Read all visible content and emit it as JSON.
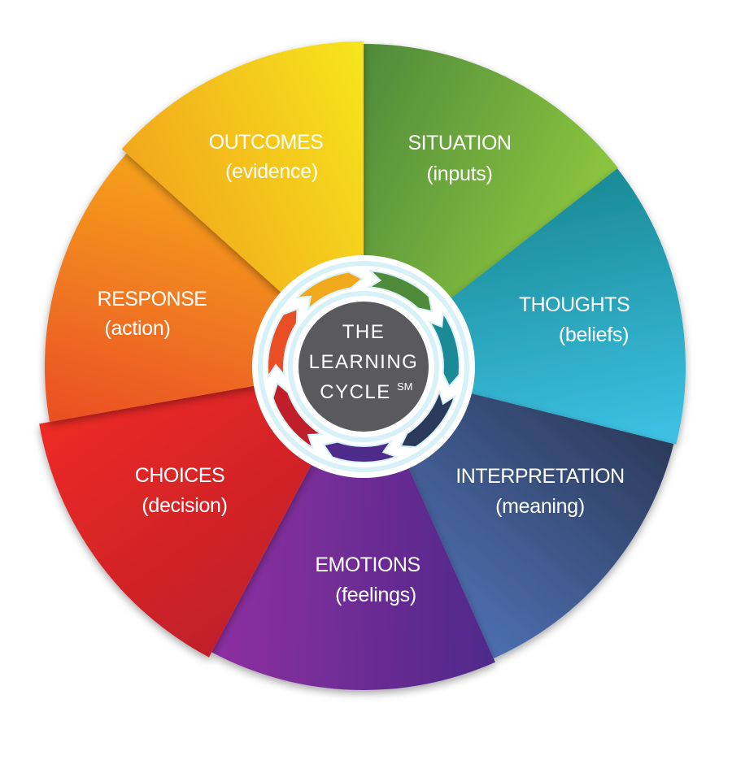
{
  "diagram": {
    "center": {
      "line1": "THE",
      "line2": "LEARNING",
      "line3": "CYCLE",
      "mark": "SM"
    },
    "segments": [
      {
        "title": "SITUATION",
        "subtitle": "(inputs)",
        "color_light": "#8cc63f",
        "color_dark": "#4f8a3a"
      },
      {
        "title": "THOUGHTS",
        "subtitle": "(beliefs)",
        "color_light": "#3ec3e6",
        "color_dark": "#1a8a96"
      },
      {
        "title": "INTERPRETATION",
        "subtitle": "(meaning)",
        "color_light": "#4d6fb0",
        "color_dark": "#2b3a5a"
      },
      {
        "title": "EMOTIONS",
        "subtitle": "(feelings)",
        "color_light": "#8e2fa0",
        "color_dark": "#4e2a8a"
      },
      {
        "title": "CHOICES",
        "subtitle": "(decision)",
        "color_light": "#ee2a24",
        "color_dark": "#c01f2a"
      },
      {
        "title": "RESPONSE",
        "subtitle": "(action)",
        "color_light": "#f6a21d",
        "color_dark": "#ea4e24"
      },
      {
        "title": "OUTCOMES",
        "subtitle": "(evidence)",
        "color_light": "#f6e61b",
        "color_dark": "#f2a81d"
      }
    ]
  }
}
